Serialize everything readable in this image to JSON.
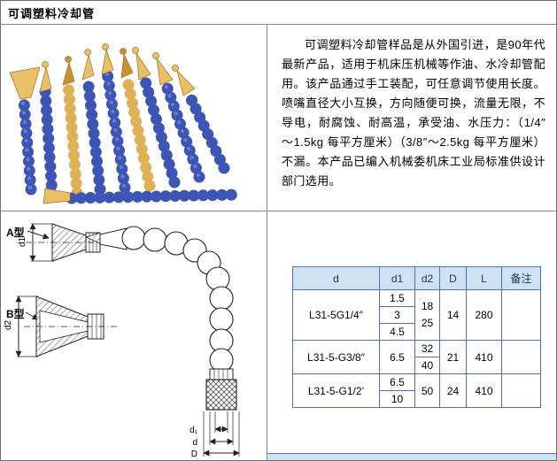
{
  "page": {
    "title": "可调塑料冷却管"
  },
  "description": {
    "text": "可调塑料冷却管样品是从外国引进，是90年代最新产品，适用于机床压机械等作油、水冷却管配用。该产品通过手工装配，可任意调节使用长度。喷嘴直径大小互换，方向随便可换，流量无限，不导电，耐腐蚀、耐高温，承受油、水压力：（1/4″～1.5kg 每平方厘米）（3/8″～2.5kg 每平方厘米）不漏。本产品已编入机械委机床工业局标准供设计部门选用。"
  },
  "diagram": {
    "type_a_label": "A型",
    "type_b_label": "B型",
    "dim_d1": "d1",
    "dim_d2": "d2",
    "dim_inner": "d₁",
    "dim_mid": "d",
    "dim_outer": "D"
  },
  "spec_table": {
    "headers": [
      "d",
      "d1",
      "d2",
      "D",
      "L",
      "备注"
    ],
    "groups": [
      {
        "part": "L31-5G1/4″",
        "d1": [
          "1.5",
          "3",
          "4.5"
        ],
        "d2": [
          "18",
          "25"
        ],
        "D": "14",
        "L": "280",
        "note": ""
      },
      {
        "part": "L31-5-G3/8″",
        "d1": [
          "6.5"
        ],
        "d2": [
          "32",
          "40"
        ],
        "D": "21",
        "L": "410",
        "note": ""
      },
      {
        "part": "L31-5-G1/2’",
        "d1": [
          "6.5",
          "10"
        ],
        "d2": [
          "50"
        ],
        "D": "24",
        "L": "410",
        "note": ""
      }
    ]
  },
  "colors": {
    "table_header_bg": "#cfe2f3",
    "table_border": "#4f6fbf",
    "pipe_blue": "#3d55b5",
    "pipe_yellow": "#e9c066"
  }
}
